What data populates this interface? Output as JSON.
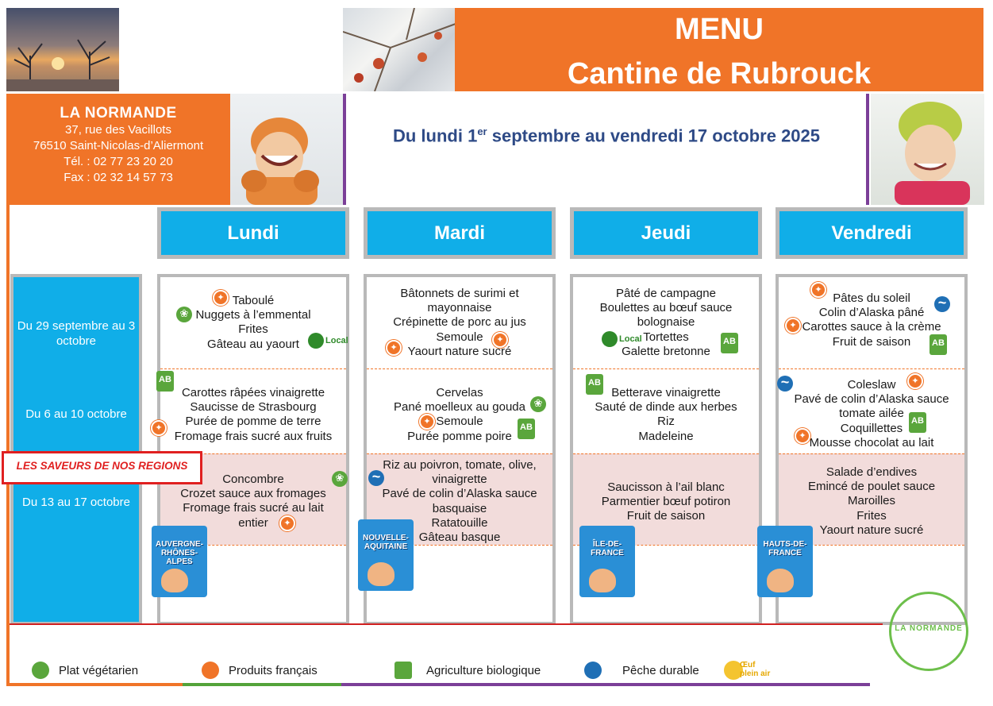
{
  "header": {
    "menu_label": "MENU",
    "title": "Cantine de Rubrouck",
    "period_prefix": "Du lundi 1",
    "period_sup": "er",
    "period_suffix": " septembre au vendredi 17 octobre 2025"
  },
  "caterer": {
    "name": "LA NORMANDE",
    "address_line1": "37, rue des Vacillots",
    "address_line2": "76510 Saint-Nicolas-d’Aliermont",
    "phone": "Tél. : 02 77 23 20 20",
    "fax": "Fax : 02 32 14 57 73"
  },
  "days": [
    "Lundi",
    "Mardi",
    "Jeudi",
    "Vendredi"
  ],
  "weeks": [
    "Du 29 septembre au 3 octobre",
    "Du 6 au 10 octobre",
    "Du 13 au 17 octobre"
  ],
  "regions_label": "LES SAVEURS DE NOS REGIONS",
  "menus": {
    "lundi": {
      "w1": [
        "Taboulé",
        "Nuggets à l’emmental",
        "Frites",
        "Gâteau au yaourt"
      ],
      "w2": [
        "Carottes râpées vinaigrette",
        "Saucisse de Strasbourg",
        "Purée de pomme de terre",
        "Fromage frais sucré aux fruits"
      ],
      "w3": [
        "Concombre",
        "Crozet sauce aux fromages",
        "Fromage frais sucré au lait",
        "entier"
      ]
    },
    "mardi": {
      "w1": [
        "Bâtonnets de surimi et",
        "mayonnaise",
        "Crépinette de porc au jus",
        "Semoule",
        "Yaourt nature sucré"
      ],
      "w2": [
        "Cervelas",
        "Pané moelleux au gouda",
        "Semoule",
        "Purée pomme poire"
      ],
      "w3": [
        "Riz au poivron, tomate, olive,",
        "vinaigrette",
        "Pavé de colin d’Alaska sauce",
        "basquaise",
        "Ratatouille",
        "Gâteau basque"
      ]
    },
    "jeudi": {
      "w1": [
        "Pâté de campagne",
        "Boulettes au bœuf sauce",
        "bolognaise",
        "Tortettes",
        "Galette bretonne"
      ],
      "w2": [
        "Betterave vinaigrette",
        "Sauté de dinde aux herbes",
        "Riz",
        "Madeleine"
      ],
      "w3": [
        "Saucisson à l’ail blanc",
        "Parmentier bœuf potiron",
        "Fruit de saison"
      ]
    },
    "vendredi": {
      "w1": [
        "Pâtes du soleil",
        "Colin d’Alaska pâné",
        "Carottes sauce à la crème",
        "Fruit de saison"
      ],
      "w2": [
        "Coleslaw",
        "Pavé de colin d’Alaska sauce",
        "tomate ailée",
        "Coquillettes",
        "Mousse chocolat au lait"
      ],
      "w3": [
        "Salade d’endives",
        "Emincé de poulet sauce",
        "Maroilles",
        "Frites",
        "Yaourt nature sucré"
      ]
    }
  },
  "regions": {
    "lundi": "AUVERGNE-RHÔNES-ALPES",
    "mardi": "NOUVELLE-AQUITAINE",
    "jeudi": "ÎLE-DE-FRANCE",
    "vendredi": "HAUTS-DE-FRANCE"
  },
  "badges": {
    "local": "Local",
    "ab": "AB"
  },
  "legend": {
    "vegetarian": "Plat végétarien",
    "french": "Produits français",
    "organic": "Agriculture biologique",
    "fishing": "Pêche durable",
    "egg_line1": "Œuf",
    "egg_line2": "plein air"
  },
  "logo_text": "LA NORMANDE",
  "colors": {
    "orange": "#f07428",
    "blue": "#10aee8",
    "purple": "#7b3f98",
    "navy": "#2e4a86",
    "red": "#e02020"
  }
}
